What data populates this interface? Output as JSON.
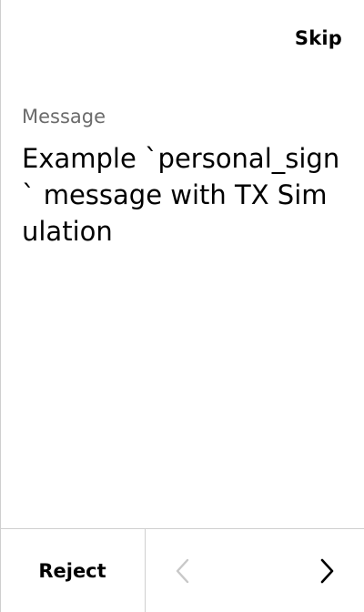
{
  "header": {
    "skip_label": "Skip"
  },
  "message": {
    "label": "Message",
    "value": "Example `personal_sign` message with TX Simulation"
  },
  "footer": {
    "reject_label": "Reject",
    "prev_icon": "chevron-left-icon",
    "next_icon": "chevron-right-icon",
    "prev_disabled_color": "#c8c8c8",
    "next_color": "#000000"
  }
}
